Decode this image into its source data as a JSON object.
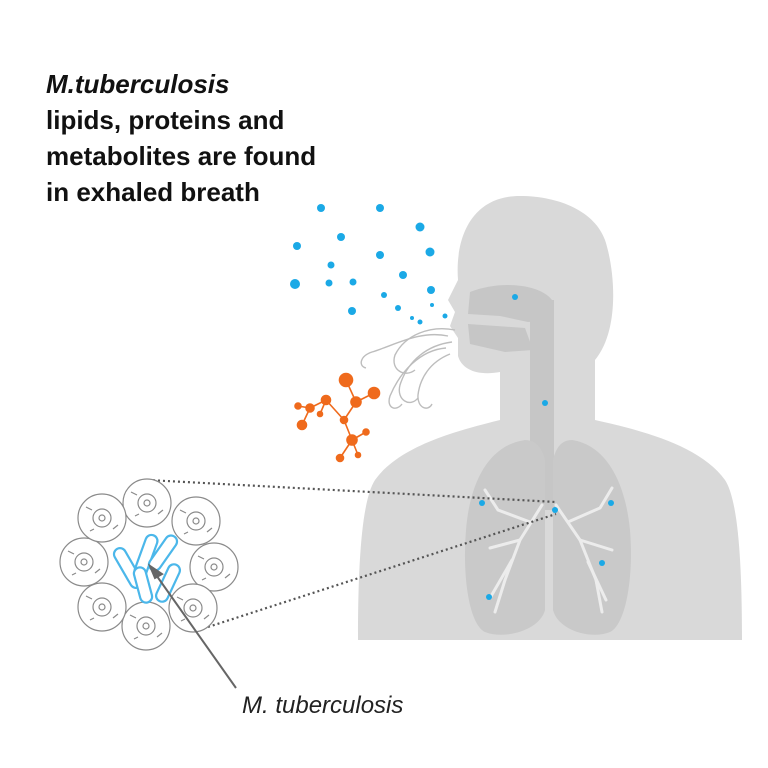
{
  "headline": {
    "organism": "M.tuberculosis",
    "line1": "lipids, proteins and",
    "line2": "metabolites are found",
    "line3": "in exhaled breath"
  },
  "caption": "M. tuberculosis",
  "colors": {
    "body": "#d9d9d9",
    "airway": "#c6c6c6",
    "droplet": "#1ba9e6",
    "molecule": "#ef6a1c",
    "bacteria": "#4bb7ea",
    "cell_outline": "#8a8a8a",
    "text": "#111111"
  }
}
